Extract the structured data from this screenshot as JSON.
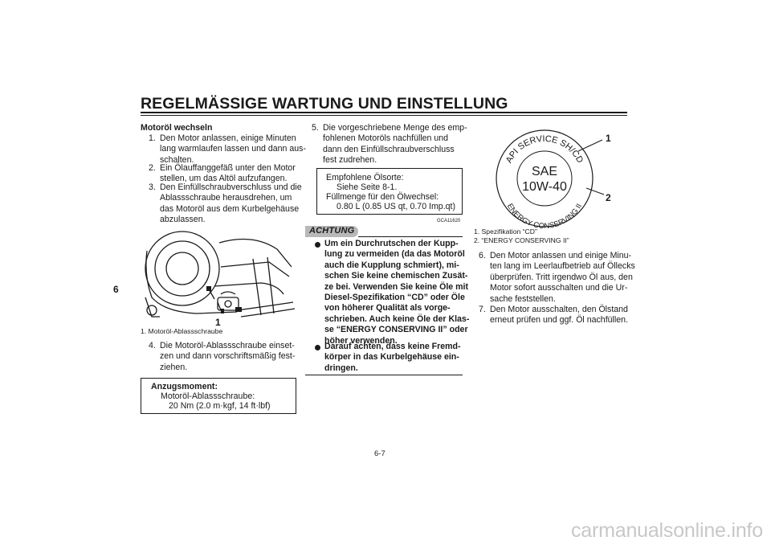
{
  "header": {
    "title": "REGELMÄSSIGE WARTUNG UND EINSTELLUNG",
    "chapter": "6"
  },
  "col1": {
    "heading": "Motoröl wechseln",
    "steps": [
      {
        "num": "1.",
        "lines": [
          "Den Motor anlassen, einige Minuten",
          "lang warmlaufen lassen und dann aus-",
          "schalten."
        ]
      },
      {
        "num": "2.",
        "lines": [
          "Ein Ölauffanggefäß unter den Motor",
          "stellen, um das Altöl aufzufangen."
        ]
      },
      {
        "num": "3.",
        "lines": [
          "Den Einfüllschraubverschluss und die",
          "Ablassschraube herausdrehen, um",
          "das Motoröl aus dem Kurbelgehäuse",
          "abzulassen."
        ]
      }
    ],
    "figure_callout": "1",
    "caption": "1.  Motoröl-Ablassschraube",
    "step4": {
      "num": "4.",
      "lines": [
        "Die Motoröl-Ablassschraube einset-",
        "zen und dann vorschriftsmäßig fest-",
        "ziehen."
      ]
    },
    "torque_box": {
      "title": "Anzugsmoment:",
      "item": "Motoröl-Ablassschraube:",
      "value": "20 Nm (2.0 m·kgf, 14 ft·lbf)"
    }
  },
  "col2": {
    "step5": {
      "num": "5.",
      "lines": [
        "Die vorgeschriebene Menge des emp-",
        "fohlenen Motoröls nachfüllen und",
        "dann den Einfüllschraubverschluss",
        "fest zudrehen."
      ]
    },
    "oil_box": {
      "line1": "Empfohlene Ölsorte:",
      "line2": "Siehe Seite 8-1.",
      "line3": "Füllmenge für den Ölwechsel:",
      "line4": "0.80 L (0.85 US qt, 0.70 Imp.qt)"
    },
    "code": "GCA11620",
    "caution_label": "ACHTUNG",
    "bullets": [
      [
        "Um ein Durchrutschen der Kupp-",
        "lung zu vermeiden (da das Motoröl",
        "auch die Kupplung schmiert), mi-",
        "schen Sie keine chemischen Zusät-",
        "ze bei. Verwenden Sie keine Öle mit",
        "Diesel-Spezifikation “CD” oder Öle",
        "von höherer Qualität als vorge-",
        "schrieben. Auch keine Öle der Klas-",
        "se “ENERGY CONSERVING II” oder",
        "höher verwenden."
      ],
      [
        "Darauf achten, dass keine Fremd-",
        "körper in das Kurbelgehäuse ein-",
        "dringen."
      ]
    ]
  },
  "col3": {
    "badge": {
      "top_text": "API SERVICE SH/CD",
      "bottom_text": "ENERGY CONSERVING II",
      "sae": "SAE",
      "grade": "10W-40",
      "callout1": "1",
      "callout2": "2"
    },
    "captions": [
      "1.  Spezifikation “CD”",
      "2.  “ENERGY CONSERVING II”"
    ],
    "steps": [
      {
        "num": "6.",
        "lines": [
          "Den Motor anlassen und einige Minu-",
          "ten lang im Leerlaufbetrieb auf Öllecks",
          "überprüfen. Tritt irgendwo Öl aus, den",
          "Motor sofort ausschalten und die Ur-",
          "sache feststellen."
        ]
      },
      {
        "num": "7.",
        "lines": [
          "Den Motor ausschalten, den Ölstand",
          "erneut prüfen und ggf. Öl nachfüllen."
        ]
      }
    ]
  },
  "footer": {
    "page_number": "6-7",
    "watermark": "carmanualsonline.info"
  }
}
